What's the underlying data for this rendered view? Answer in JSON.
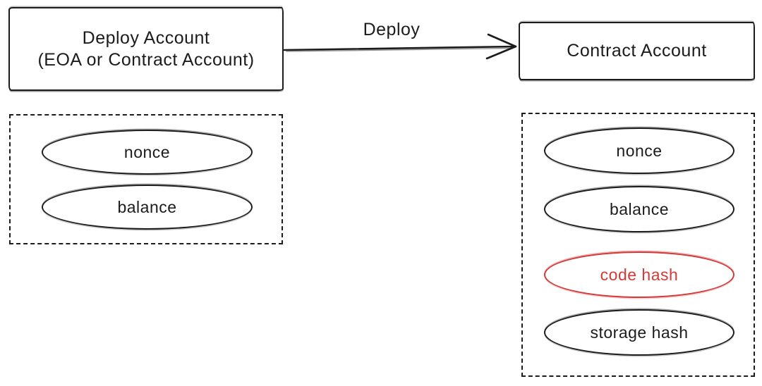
{
  "colors": {
    "stroke": "#1c1c1c",
    "highlight_red": "#d13b3b",
    "background": "#ffffff"
  },
  "deploy_account_box": {
    "title_line1": "Deploy Account",
    "title_line2": "(EOA or Contract Account)"
  },
  "deploy_arrow": {
    "label": "Deploy"
  },
  "contract_account_box": {
    "title": "Contract Account"
  },
  "deploy_account_fields": {
    "items": [
      {
        "label": "nonce"
      },
      {
        "label": "balance"
      }
    ]
  },
  "contract_account_fields": {
    "items": [
      {
        "label": "nonce"
      },
      {
        "label": "balance"
      },
      {
        "label": "code hash",
        "color": "#d13b3b"
      },
      {
        "label": "storage hash"
      }
    ]
  }
}
